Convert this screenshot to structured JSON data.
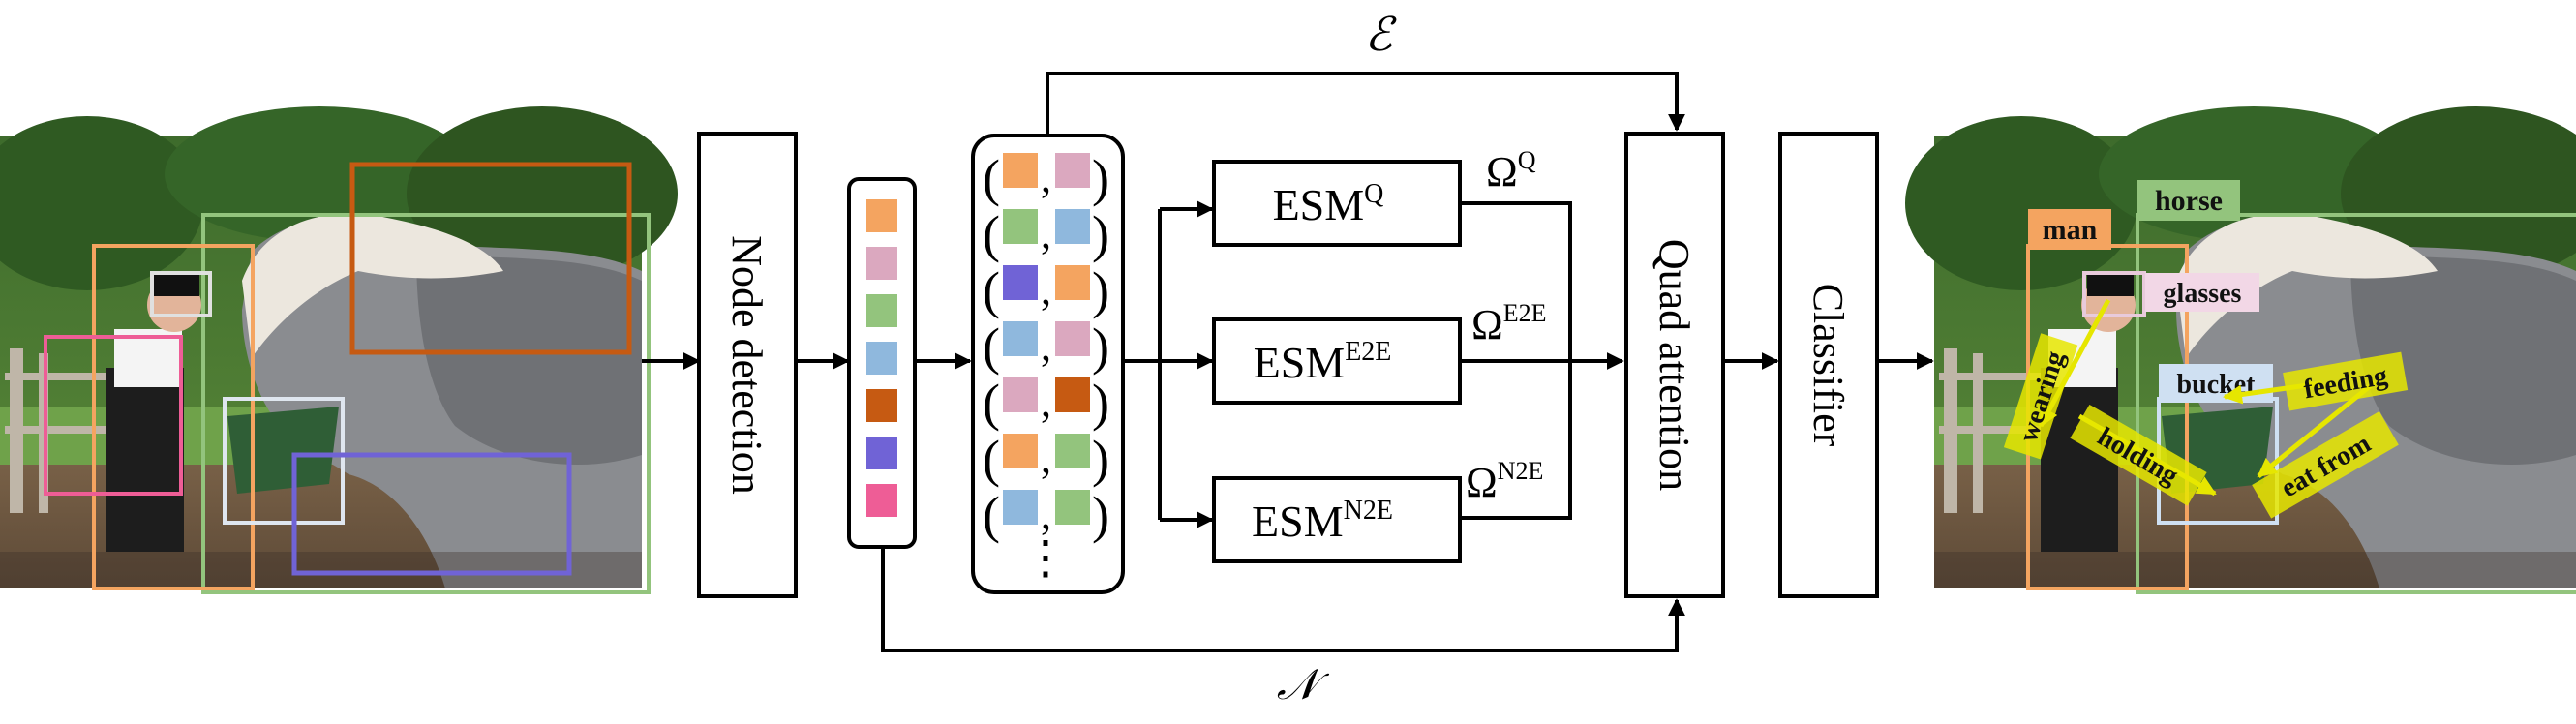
{
  "labels": {
    "edge_set": "ℰ",
    "node_set": "𝒩",
    "node_detection": "Node detection",
    "quad_attention": "Quad attention",
    "classifier": "Classifier",
    "esm_base": "ESM",
    "esm_q_sup": "Q",
    "esm_e2e_sup": "E2E",
    "esm_n2e_sup": "N2E",
    "omega": "Ω",
    "omega_q_sup": "Q",
    "omega_e2e_sup": "E2E",
    "omega_n2e_sup": "N2E",
    "ellipsis": "⋮"
  },
  "output_labels": {
    "objects": [
      "man",
      "horse",
      "glasses",
      "bucket"
    ],
    "predicates": [
      "wearing",
      "feeding",
      "holding",
      "eat from"
    ]
  },
  "colors": {
    "orange": "#f4a460",
    "pink": "#dba8bf",
    "green": "#93c47d",
    "blue": "#8fb8dd",
    "darkorange": "#c65a12",
    "purple": "#7063d6",
    "magenta": "#ee5d96",
    "box_green": "#93c47d",
    "box_orange": "#f4a460",
    "box_pink": "#ee5d96",
    "box_gray": "#e0e0e0",
    "box_purple": "#7063d6",
    "box_lightblue": "#cfe0f2",
    "predicate_yellow": "#e6e600",
    "tag_man": "#f4a460",
    "tag_horse": "#93c47d",
    "tag_glasses": "#f2d7e6",
    "tag_bucket": "#cfe0f2"
  },
  "node_colors": [
    "orange",
    "pink",
    "green",
    "blue",
    "darkorange",
    "purple",
    "magenta"
  ],
  "pairs": [
    [
      "orange",
      "pink"
    ],
    [
      "green",
      "blue"
    ],
    [
      "purple",
      "orange"
    ],
    [
      "blue",
      "pink"
    ],
    [
      "pink",
      "darkorange"
    ],
    [
      "orange",
      "green"
    ],
    [
      "blue",
      "green"
    ]
  ],
  "images": {
    "input": "input-photo",
    "output": "output-photo"
  }
}
